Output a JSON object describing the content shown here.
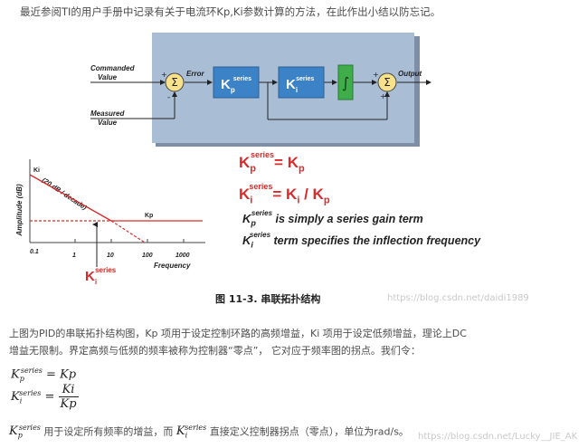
{
  "intro": "最近参阅TI的用户手册中记录有关于电流环Kp,Ki参数计算的方法，在此作出小结以防忘记。",
  "diagram": {
    "commanded_value": [
      "Commanded",
      "Value"
    ],
    "measured_value": [
      "Measured",
      "Value"
    ],
    "error": "Error",
    "output": "Output",
    "kp_k": "K",
    "kp_sub": "p",
    "kp_sup": "series",
    "ki_k": "K",
    "ki_sub": "i",
    "ki_sup": "series",
    "sigma": "Σ",
    "integral": "∫",
    "plus": "+",
    "minus": "-"
  },
  "bode": {
    "ylabel": "Amplitude (dB)",
    "ki_label": "Ki",
    "slope_label": "(20 dB / decade)",
    "kp_label": "Kp",
    "xlabel": "Frequency",
    "ticks": [
      "0.1",
      "1",
      "10",
      "100",
      "1000"
    ],
    "ki_series_k": "K",
    "ki_series_sub": "i",
    "ki_series_sup": "series"
  },
  "equations": {
    "eq1_k": "K",
    "eq1_sub": "p",
    "eq1_sup": "series",
    "eq1_rhs": "= K",
    "eq1_rhs_sub": "p",
    "eq2_k": "K",
    "eq2_sub": "i",
    "eq2_sup": "series",
    "eq2_rhs": "= K",
    "eq2_rhs_sub": "i",
    "eq2_rhs2": " / K",
    "eq2_rhs2_sub": "p",
    "note1_k": "K",
    "note1_sub": "p",
    "note1_sup": "series",
    "note1_text": " is simply a series gain term",
    "note2_k": "K",
    "note2_sub": "i",
    "note2_sup": "series",
    "note2_text": " term specifies the inflection frequency"
  },
  "caption": "图 11-3. 串联拓扑结构",
  "watermark1": "https://blog.csdn.net/daidi1989",
  "para_line1": "上图为PID的串联拓扑结构图，Kp 项用于设定控制环路的高频增益，Ki 项用于设定低频增益，理论上DC",
  "para_line2": "增益无限制。界定高频与低频的频率被称为控制器“零点”， 它对应于频率图的拐点。我们令：",
  "math": {
    "k": "K",
    "sub_p": "p",
    "sub_i": "i",
    "sup": "series",
    "eq": " = ",
    "kp": "Kp",
    "ki": "Ki"
  },
  "bottom": {
    "k1": "K",
    "k1_sub": "p",
    "k1_sup": "series",
    "text1": "用于设定所有频率的增益，而",
    "k2": "K",
    "k2_sub": "i",
    "k2_sup": "series",
    "text2": "直接定义控制器拐点（零点），单位为rad/s。"
  },
  "watermark2": "https://blog.csdn.net/Lucky__JIE_AK",
  "colors": {
    "panel": "#a9bdd5",
    "block": "#3b82c7",
    "integrator": "#3fad4a",
    "summer": "#f7e18a",
    "red": "#d92b2b"
  }
}
